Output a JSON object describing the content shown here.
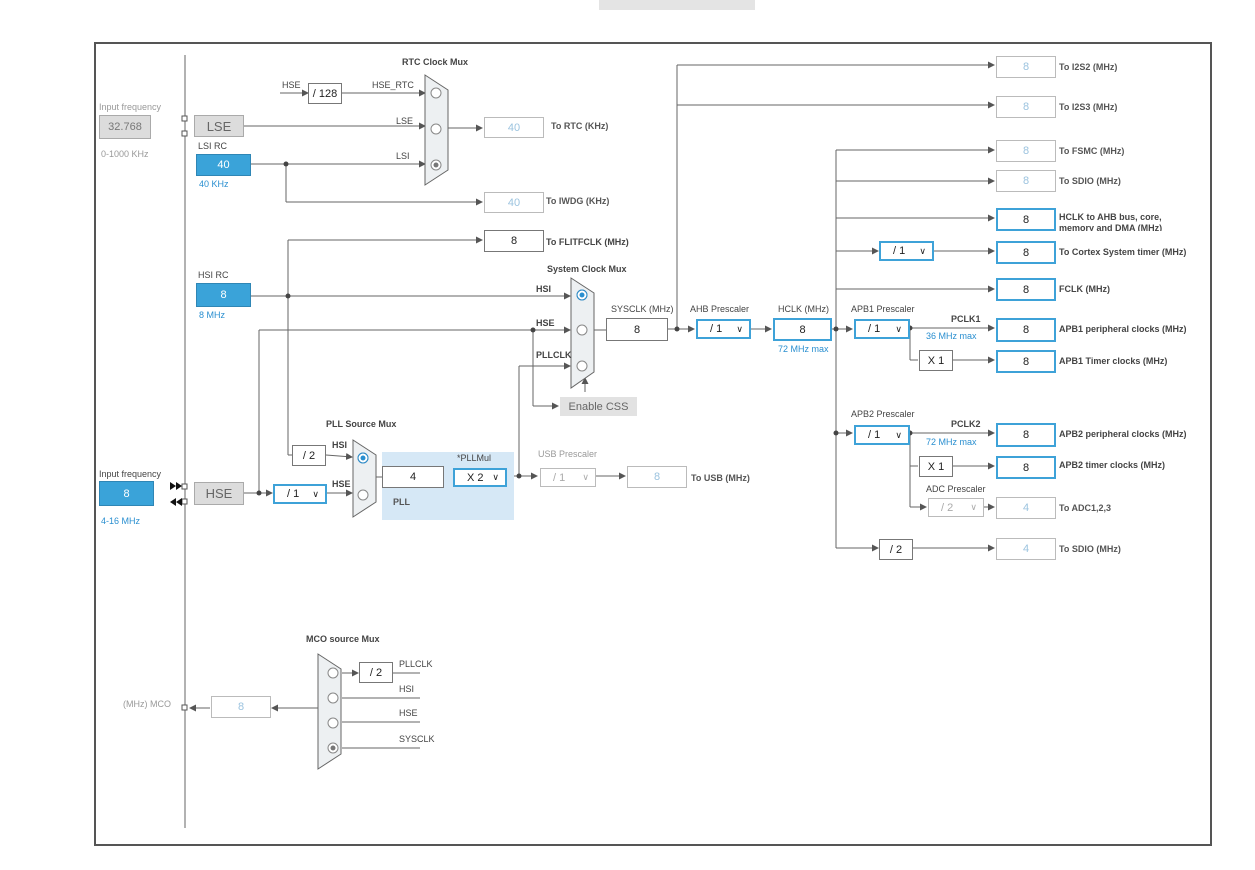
{
  "rtc": {
    "title": "RTC Clock Mux",
    "hse": "HSE",
    "div128": "/ 128",
    "hse_rtc": "HSE_RTC",
    "lse": "LSE",
    "lsi": "LSI",
    "out_val": "40",
    "out_label": "To RTC (KHz)"
  },
  "lse": {
    "input_freq": "Input frequency",
    "value": "32.768",
    "range": "0-1000 KHz",
    "name": "LSE"
  },
  "lsi": {
    "name": "LSI RC",
    "value": "40",
    "unit": "40 KHz",
    "iwdg_val": "40",
    "iwdg_label": "To IWDG (KHz)"
  },
  "flitf": {
    "value": "8",
    "label": "To FLITFCLK (MHz)"
  },
  "hsi": {
    "name": "HSI RC",
    "value": "8",
    "unit": "8 MHz"
  },
  "sysmux": {
    "title": "System Clock Mux",
    "hsi": "HSI",
    "hse": "HSE",
    "pllclk": "PLLCLK",
    "enable_css": "Enable CSS"
  },
  "sysclk": {
    "label": "SYSCLK (MHz)",
    "value": "8"
  },
  "ahb": {
    "label": "AHB Prescaler",
    "value": "/ 1"
  },
  "hclk": {
    "label": "HCLK (MHz)",
    "value": "8",
    "max": "72 MHz max"
  },
  "outputs": {
    "i2s2": {
      "value": "8",
      "label": "To I2S2 (MHz)"
    },
    "i2s3": {
      "value": "8",
      "label": "To I2S3 (MHz)"
    },
    "fsmc": {
      "value": "8",
      "label": "To FSMC (MHz)"
    },
    "sdio": {
      "value": "8",
      "label": "To SDIO (MHz)"
    },
    "hclk_ahb": {
      "value": "8",
      "label": "HCLK to AHB bus, core,",
      "label2": "memory and DMA (MHz)"
    },
    "cortex": {
      "div": "/ 1",
      "value": "8",
      "label": "To Cortex System timer (MHz)"
    },
    "fclk": {
      "value": "8",
      "label": "FCLK (MHz)"
    }
  },
  "apb1": {
    "label": "APB1 Prescaler",
    "value": "/ 1",
    "pclk": "PCLK1",
    "max": "36 MHz max",
    "periph_val": "8",
    "periph_label": "APB1 peripheral clocks (MHz)",
    "mult": "X 1",
    "timer_val": "8",
    "timer_label": "APB1 Timer clocks (MHz)"
  },
  "apb2": {
    "label": "APB2 Prescaler",
    "value": "/ 1",
    "pclk": "PCLK2",
    "max": "72 MHz max",
    "periph_val": "8",
    "periph_label": "APB2 peripheral clocks (MHz)",
    "mult": "X 1",
    "timer_val": "8",
    "timer_label": "APB2 timer clocks (MHz)"
  },
  "adc": {
    "label": "ADC Prescaler",
    "value": "/ 2",
    "out_val": "4",
    "out_label": "To ADC1,2,3"
  },
  "sdio2": {
    "div": "/ 2",
    "value": "4",
    "label": "To SDIO (MHz)"
  },
  "hse": {
    "input_freq": "Input frequency",
    "value": "8",
    "range": "4-16 MHz",
    "name": "HSE",
    "div": "/ 1"
  },
  "pllsrc": {
    "title": "PLL Source Mux",
    "div2": "/ 2",
    "hsi": "HSI",
    "hse": "HSE"
  },
  "pll": {
    "value": "4",
    "mul_label": "*PLLMul",
    "mul": "X 2",
    "name": "PLL"
  },
  "usb": {
    "label": "USB Prescaler",
    "value": "/ 1",
    "out_val": "8",
    "out_label": "To USB (MHz)"
  },
  "mco": {
    "title": "MCO source Mux",
    "div2": "/ 2",
    "pllclk": "PLLCLK",
    "hsi": "HSI",
    "hse": "HSE",
    "sysclk": "SYSCLK",
    "value": "8",
    "label": "(MHz) MCO"
  }
}
